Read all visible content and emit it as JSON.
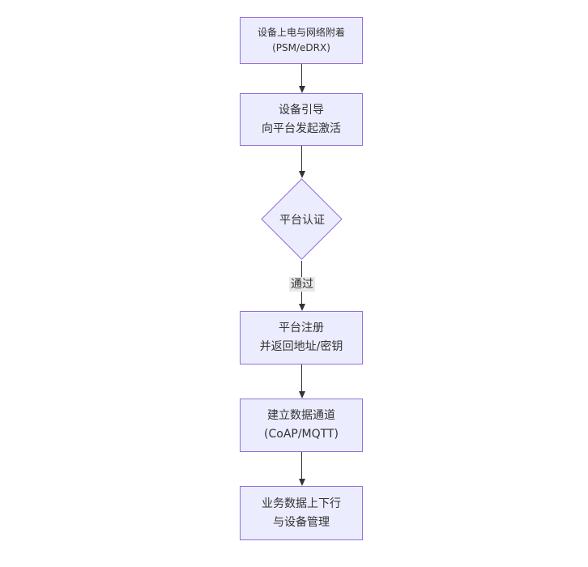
{
  "diagram": {
    "type": "flowchart",
    "direction": "top-down",
    "colors": {
      "background": "#ffffff",
      "node_fill": "#ECECFF",
      "node_border": "#9370DB",
      "edge_color": "#333333",
      "text_color": "#333333",
      "edge_label_bg": "#e8e8e8"
    },
    "nodes": [
      {
        "id": "power-attach",
        "shape": "rect",
        "lines": [
          "设备上电与网络附着",
          "(PSM/eDRX)"
        ]
      },
      {
        "id": "bootstrap",
        "shape": "rect",
        "lines": [
          "设备引导",
          "向平台发起激活"
        ]
      },
      {
        "id": "auth",
        "shape": "diamond",
        "lines": [
          "平台认证"
        ]
      },
      {
        "id": "register",
        "shape": "rect",
        "lines": [
          "平台注册",
          "并返回地址/密钥"
        ]
      },
      {
        "id": "data-channel",
        "shape": "rect",
        "lines": [
          "建立数据通道",
          "(CoAP/MQTT)"
        ]
      },
      {
        "id": "business-data",
        "shape": "rect",
        "lines": [
          "业务数据上下行",
          "与设备管理"
        ]
      }
    ],
    "edges": [
      {
        "from": "power-attach",
        "to": "bootstrap",
        "label": ""
      },
      {
        "from": "bootstrap",
        "to": "auth",
        "label": ""
      },
      {
        "from": "auth",
        "to": "register",
        "label": "通过"
      },
      {
        "from": "register",
        "to": "data-channel",
        "label": ""
      },
      {
        "from": "data-channel",
        "to": "business-data",
        "label": ""
      }
    ]
  }
}
